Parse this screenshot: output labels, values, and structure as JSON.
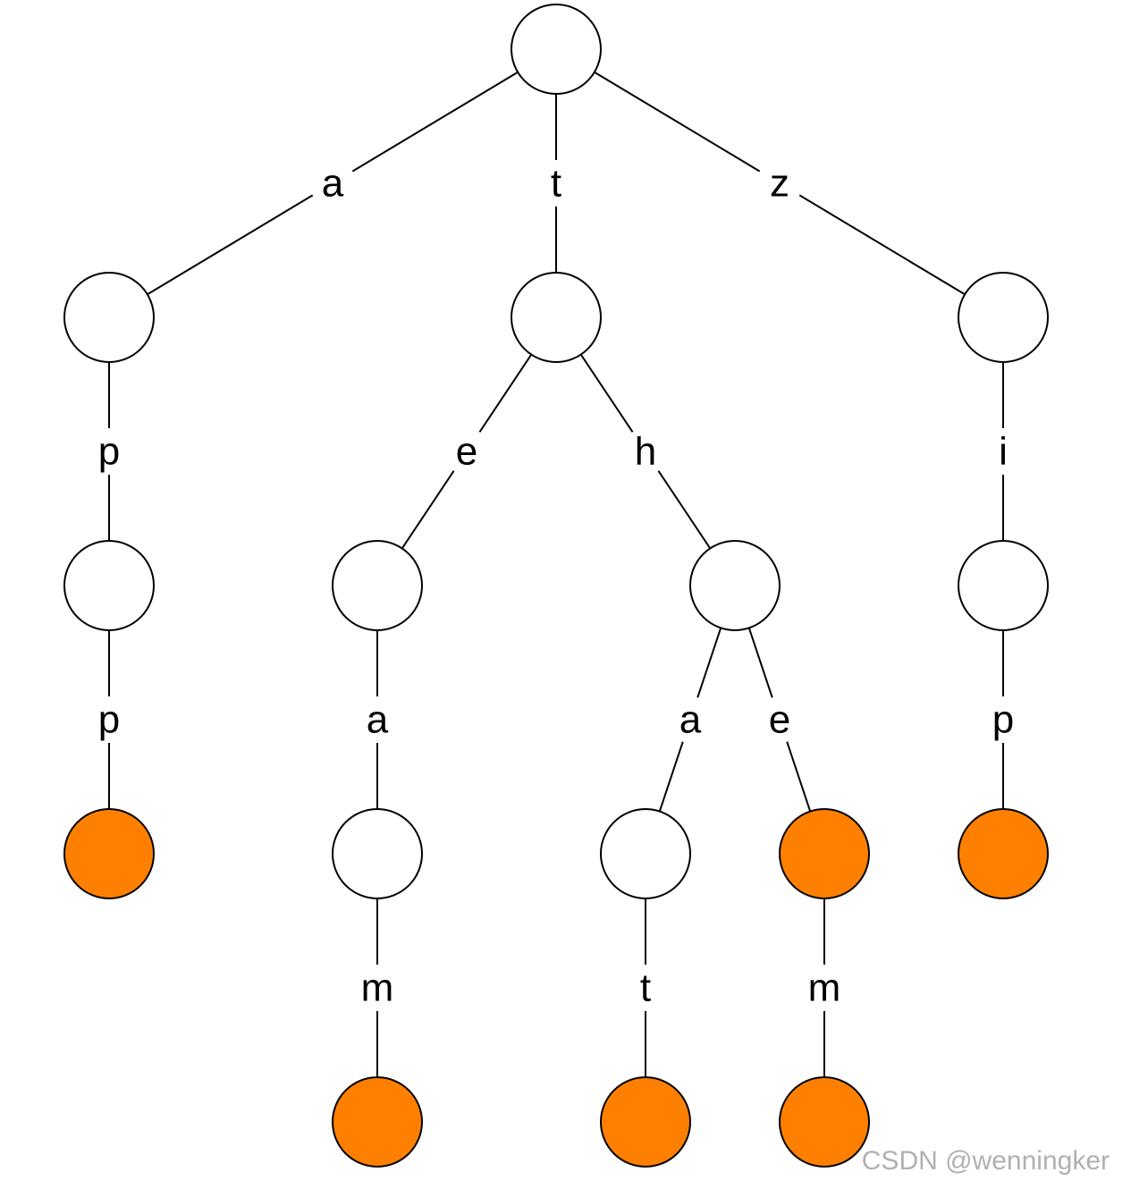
{
  "colors": {
    "node_normal": "#ffffff",
    "node_terminal": "#ff8000",
    "stroke": "#000000"
  },
  "nodes": [
    {
      "id": "root",
      "terminal": false
    },
    {
      "id": "n_a",
      "terminal": false
    },
    {
      "id": "n_t",
      "terminal": false
    },
    {
      "id": "n_z",
      "terminal": false
    },
    {
      "id": "n_ap",
      "terminal": false
    },
    {
      "id": "n_te",
      "terminal": false
    },
    {
      "id": "n_th",
      "terminal": false
    },
    {
      "id": "n_zi",
      "terminal": false
    },
    {
      "id": "n_app",
      "terminal": true
    },
    {
      "id": "n_tea",
      "terminal": false
    },
    {
      "id": "n_tha",
      "terminal": false
    },
    {
      "id": "n_the",
      "terminal": true
    },
    {
      "id": "n_zip",
      "terminal": true
    },
    {
      "id": "n_team",
      "terminal": true
    },
    {
      "id": "n_that",
      "terminal": true
    },
    {
      "id": "n_them",
      "terminal": true
    }
  ],
  "edges": [
    {
      "from": "root",
      "to": "n_a",
      "label": "a"
    },
    {
      "from": "root",
      "to": "n_t",
      "label": "t"
    },
    {
      "from": "root",
      "to": "n_z",
      "label": "z"
    },
    {
      "from": "n_a",
      "to": "n_ap",
      "label": "p"
    },
    {
      "from": "n_t",
      "to": "n_te",
      "label": "e"
    },
    {
      "from": "n_t",
      "to": "n_th",
      "label": "h"
    },
    {
      "from": "n_z",
      "to": "n_zi",
      "label": "i"
    },
    {
      "from": "n_ap",
      "to": "n_app",
      "label": "p"
    },
    {
      "from": "n_te",
      "to": "n_tea",
      "label": "a"
    },
    {
      "from": "n_th",
      "to": "n_tha",
      "label": "a"
    },
    {
      "from": "n_th",
      "to": "n_the",
      "label": "e"
    },
    {
      "from": "n_zi",
      "to": "n_zip",
      "label": "p"
    },
    {
      "from": "n_tea",
      "to": "n_team",
      "label": "m"
    },
    {
      "from": "n_tha",
      "to": "n_that",
      "label": "t"
    },
    {
      "from": "n_the",
      "to": "n_them",
      "label": "m"
    }
  ],
  "watermark": "CSDN @wenningker"
}
